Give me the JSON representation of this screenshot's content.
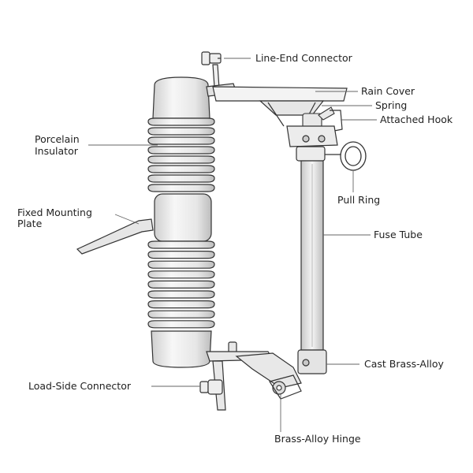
{
  "labels": {
    "line_end_connector": "Line-End Connector",
    "rain_cover": "Rain Cover",
    "spring": "Spring",
    "attached_hook": "Attached Hook",
    "porcelain_insulator_1": "Porcelain",
    "porcelain_insulator_2": "Insulator",
    "pull_ring": "Pull Ring",
    "fixed_mounting_plate_1": "Fixed Mounting",
    "fixed_mounting_plate_2": "Plate",
    "fuse_tube": "Fuse Tube",
    "cast_brass_alloy": "Cast Brass-Alloy",
    "load_side_connector": "Load-Side Connector",
    "brass_alloy_hinge": "Brass-Alloy Hinge"
  },
  "colors": {
    "line": "#333333",
    "insulator_fill": "#f2f2f2",
    "shade": "#d6d6d6"
  }
}
